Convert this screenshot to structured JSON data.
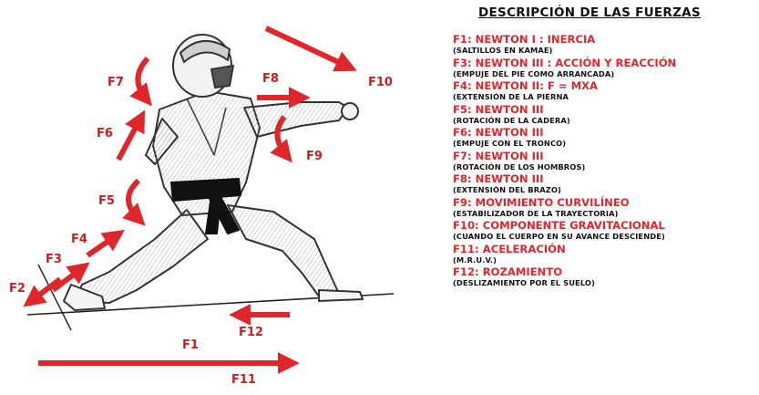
{
  "legend": {
    "title": "DESCRIPCIÓN DE LAS FUERZAS",
    "items": [
      {
        "title": "F1: NEWTON I : INERCIA",
        "desc": "(SALTILLOS EN KAMAE)"
      },
      {
        "title": "F3: NEWTON III : ACCIÓN Y REACCIÓN",
        "desc": "(EMPUJE DEL PIE COMO ARRANCADA)"
      },
      {
        "title": "F4: NEWTON II: F = MXA",
        "desc": "(EXTENSIÓN DE LA PIERNA"
      },
      {
        "title": "F5: NEWTON III",
        "desc": "(ROTACIÓN DE LA CADERA)"
      },
      {
        "title": "F6: NEWTON III",
        "desc": "(EMPUJE CON EL TRONCO)"
      },
      {
        "title": "F7: NEWTON III",
        "desc": "(ROTACIÓN DE LOS HOMBROS)"
      },
      {
        "title": "F8: NEWTON III",
        "desc": "(EXTENSIÓN DEL BRAZO)"
      },
      {
        "title": "F9: MOVIMIENTO CURVILÍNEO",
        "desc": "(ESTABILIZADOR DE LA TRAYECTORIA)"
      },
      {
        "title": "F10: COMPONENTE GRAVITACIONAL",
        "desc": "(CUANDO EL CUERPO EN SU AVANCE DESCIENDE)"
      },
      {
        "title": "F11: ACELERACIÓN",
        "desc": "(M.R.U.V.)"
      },
      {
        "title": "F12: ROZAMIENTO",
        "desc": "(DESLIZAMIENTO POR EL SUELO)"
      }
    ]
  },
  "diagram": {
    "labels": {
      "f1": "F1",
      "f2": "F2",
      "f3": "F3",
      "f4": "F4",
      "f5": "F5",
      "f6": "F6",
      "f7": "F7",
      "f8": "F8",
      "f9": "F9",
      "f10": "F10",
      "f11": "F11",
      "f12": "F12"
    }
  },
  "colors": {
    "arrow_red": "#e0262a",
    "label_red": "#c81e1e",
    "title_text": "#111111",
    "gi_outline": "#333333",
    "belt": "#111111"
  }
}
